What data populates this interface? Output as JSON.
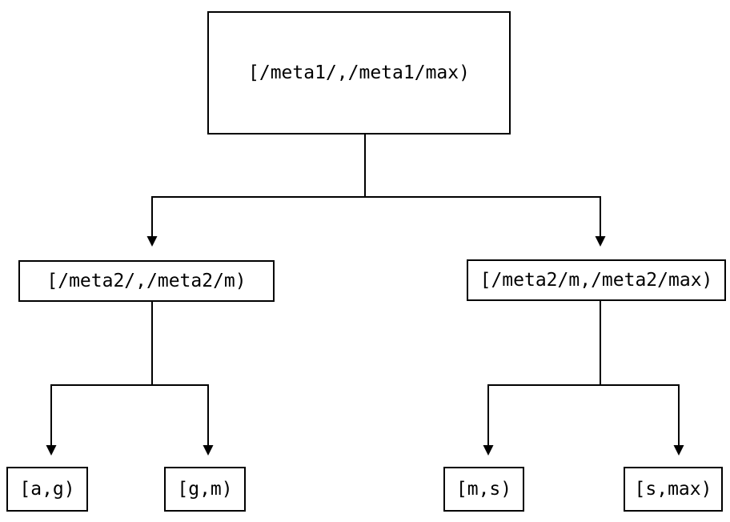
{
  "diagram": {
    "title": "interval-partition-tree",
    "colors": {
      "background": "#ffffff",
      "line": "#000000",
      "box_border": "#000000",
      "text": "#000000"
    },
    "nodes": {
      "root": {
        "label": "[/meta1/,/meta1/max)"
      },
      "mid_left": {
        "label": "[/meta2/,/meta2/m)"
      },
      "mid_right": {
        "label": "[/meta2/m,/meta2/max)"
      },
      "leaf_ag": {
        "label": "[a,g)"
      },
      "leaf_gm": {
        "label": "[g,m)"
      },
      "leaf_ms": {
        "label": "[m,s)"
      },
      "leaf_smax": {
        "label": "[s,max)"
      }
    },
    "edges": [
      {
        "from": "root",
        "to": "mid_left"
      },
      {
        "from": "root",
        "to": "mid_right"
      },
      {
        "from": "mid_left",
        "to": "leaf_ag"
      },
      {
        "from": "mid_left",
        "to": "leaf_gm"
      },
      {
        "from": "mid_right",
        "to": "leaf_ms"
      },
      {
        "from": "mid_right",
        "to": "leaf_smax"
      }
    ]
  }
}
